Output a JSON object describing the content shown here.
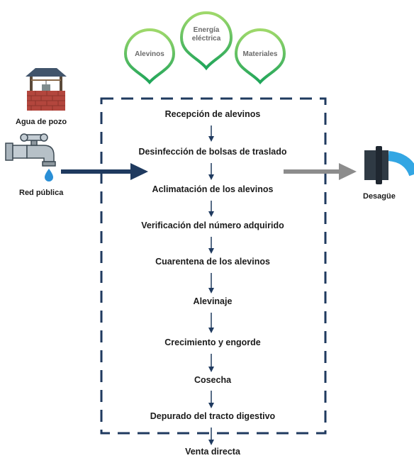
{
  "inputs": {
    "alevinos": "Alevinos",
    "energia_line1": "Energía",
    "energia_line2": "eléctrica",
    "materiales": "Materiales"
  },
  "water_sources": {
    "well": "Agua de pozo",
    "tap": "Red pública"
  },
  "output": {
    "drain": "Desagüe"
  },
  "steps": [
    "Recepción de alevinos",
    "Desinfección de bolsas de traslado",
    "Aclimatación de los alevinos",
    "Verificación del número adquirido",
    "Cuarentena de los alevinos",
    "Alevinaje",
    "Crecimiento y engorde",
    "Cosecha",
    "Depurado del tracto digestivo"
  ],
  "final_step": "Venta directa",
  "colors": {
    "dashed_border": "#1f3a5f",
    "input_arrow": "#1f3a5f",
    "output_arrow": "#8c8c8c",
    "pin_gradient_top": "#9fd96b",
    "pin_gradient_bottom": "#1fa55a"
  }
}
